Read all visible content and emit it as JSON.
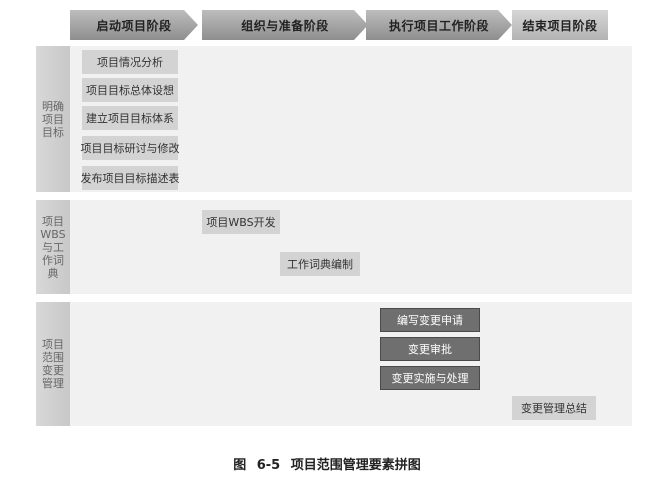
{
  "phases": [
    "启动项目阶段",
    "组织与准备阶段",
    "执行项目工作阶段",
    "结束项目阶段"
  ],
  "rows": [
    {
      "label": "明确项目目标"
    },
    {
      "label": "项目WBS与工作词典"
    },
    {
      "label": "项目范围变更管理"
    }
  ],
  "row1_items": [
    "项目情况分析",
    "项目目标总体设想",
    "建立项目目标体系",
    "项目目标研讨与修改",
    "发布项目目标描述表"
  ],
  "row2_items": [
    "项目WBS开发",
    "工作词典编制"
  ],
  "row3_items": [
    "编写变更申请",
    "变更审批",
    "变更实施与处理",
    "变更管理总结"
  ],
  "caption": "图 6-5  项目范围管理要素拼图"
}
